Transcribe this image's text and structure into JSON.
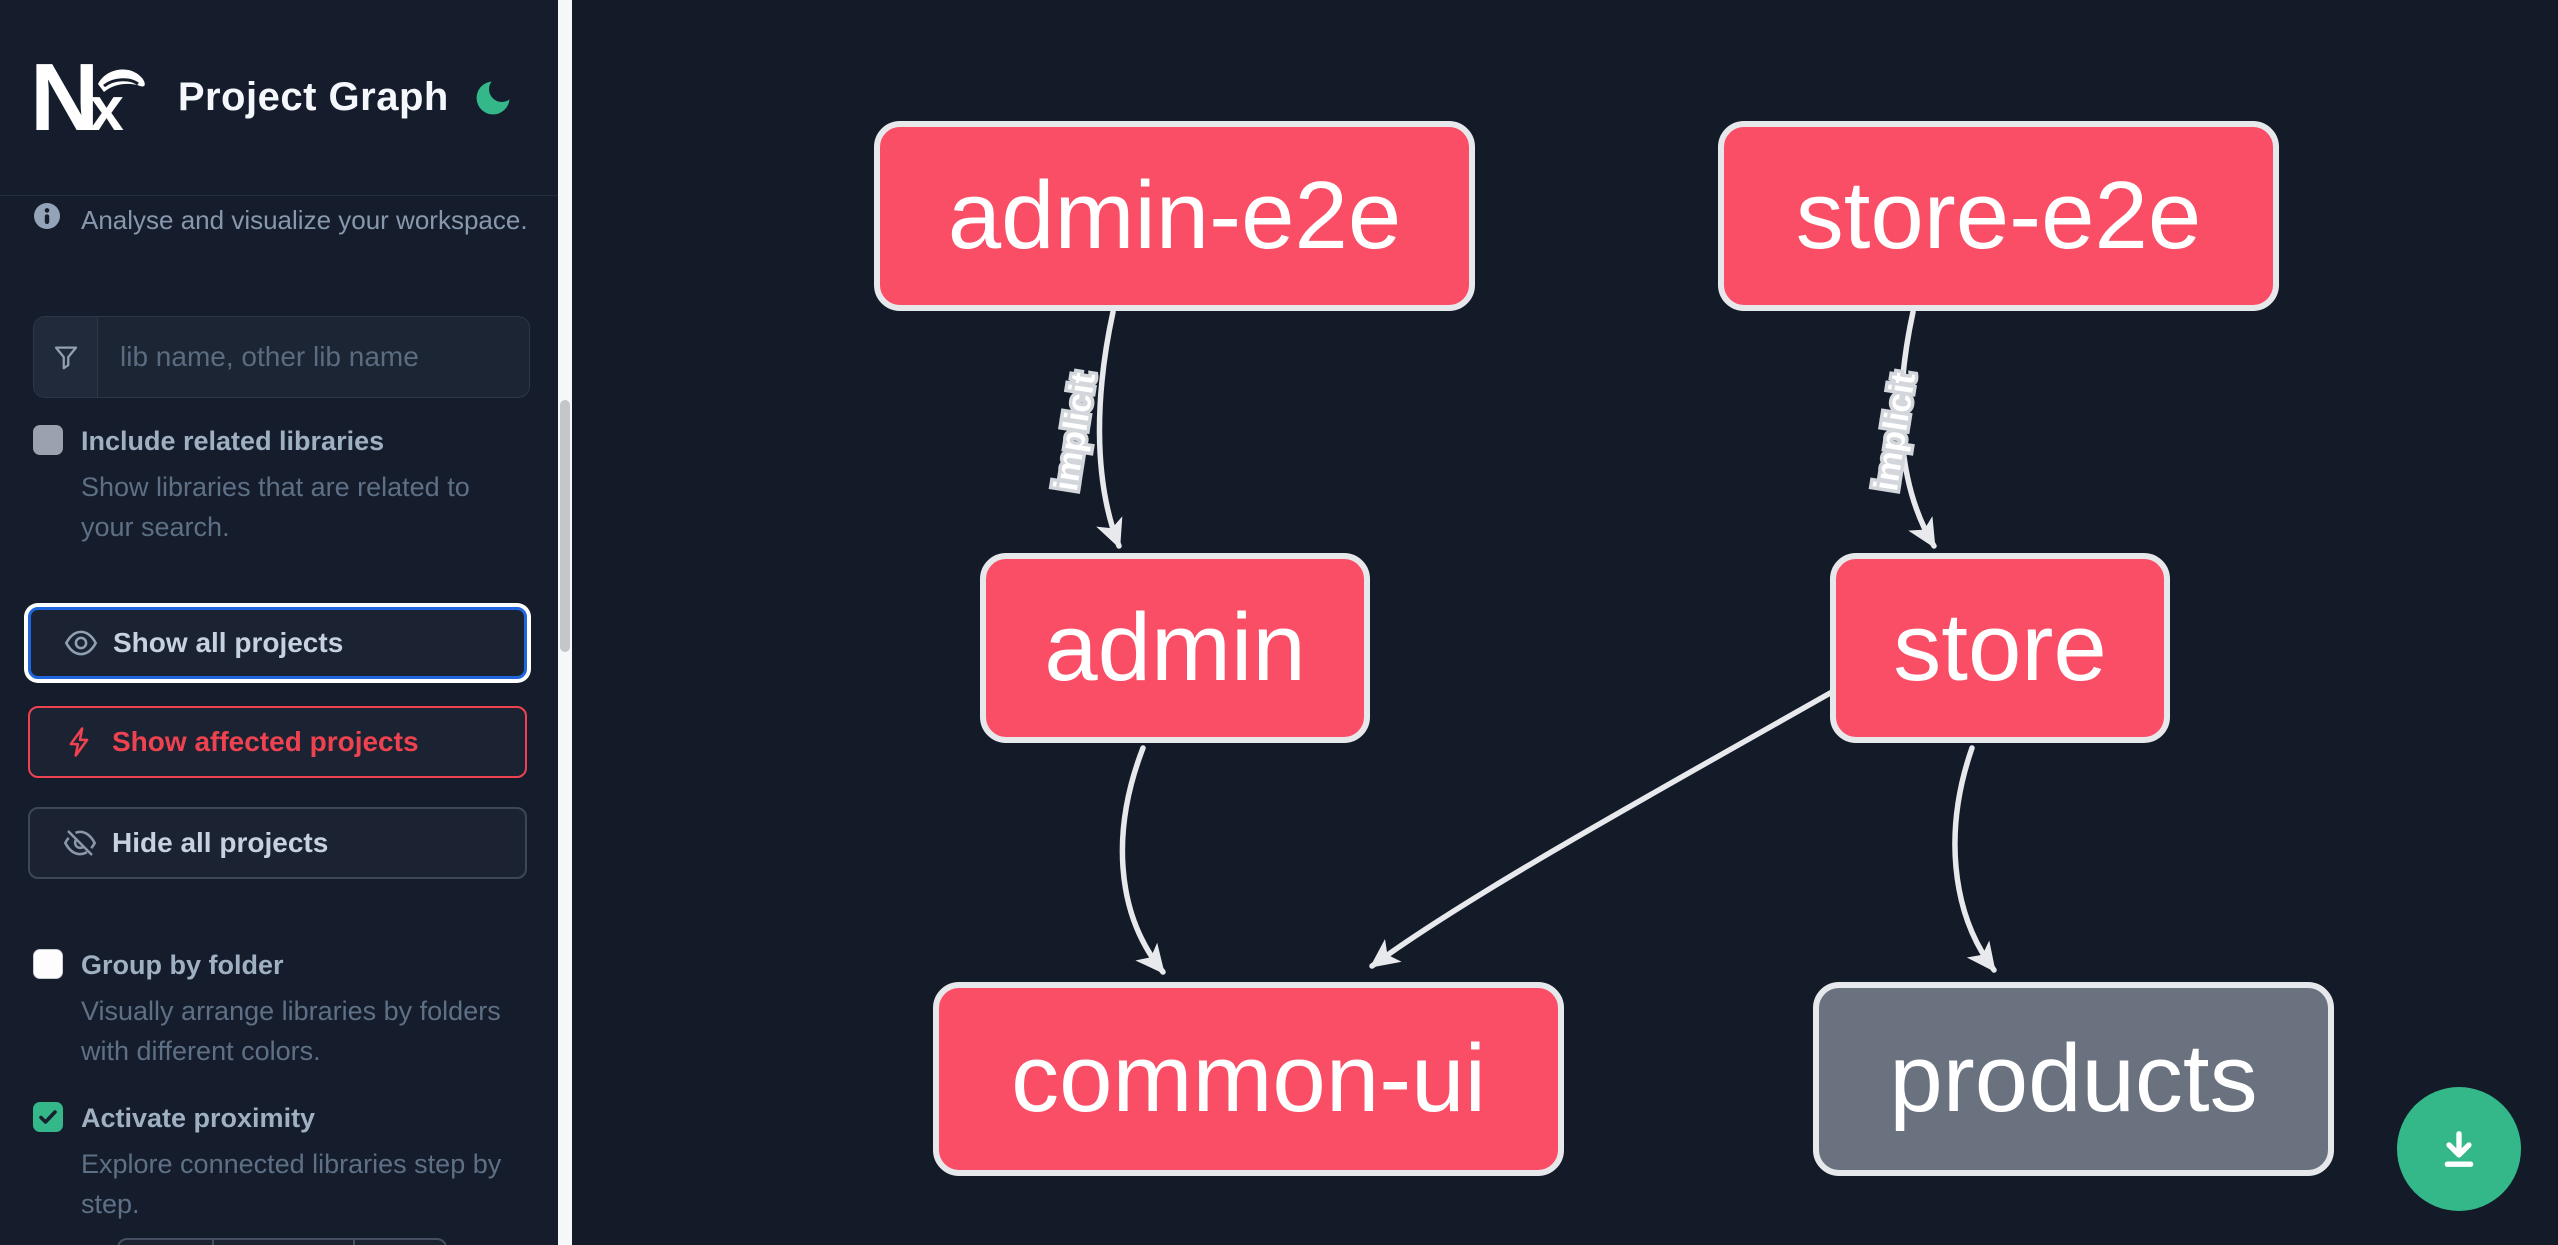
{
  "app": {
    "title": "Project Graph"
  },
  "colors": {
    "canvas_bg": "#131a28",
    "sidebar_bg": "#151c2c",
    "panel_bg": "#1b2332",
    "panel_border": "#3c4759",
    "input_bg": "#1c2534",
    "input_icon_bg": "#212a3b",
    "input_border": "#2d3749",
    "focus_blue": "#2166dd",
    "affected_red": "#ee4250",
    "node_pink": "#fa4e66",
    "node_gray": "#6a7280",
    "node_border": "#e6e8ec",
    "edge_color": "#e7e9ec",
    "accent_green": "#34b889",
    "text_primary": "#f4f7fb",
    "text_secondary": "#c6d2e0",
    "text_label": "#9fb0c3",
    "text_muted": "#5e7085",
    "tagline_color": "#8798ad",
    "scroll_track": "#f6f7f8",
    "scroll_thumb": "#c4c6ca"
  },
  "sidebar": {
    "logo": {
      "n": "N",
      "x": "x"
    },
    "theme_toggle": "dark-mode-moon",
    "tagline": "Analyse and visualize your workspace.",
    "search": {
      "placeholder": "lib name, other lib name",
      "value": ""
    },
    "options": [
      {
        "label": "Include related libraries",
        "description": "Show libraries that are related to your search.",
        "checked": false
      },
      {
        "label": "Group by folder",
        "description": "Visually arrange libraries by folders with different colors.",
        "checked": false
      },
      {
        "label": "Activate proximity",
        "description": "Explore connected libraries step by step.",
        "checked": true
      }
    ],
    "actions": [
      {
        "label": "Show all projects",
        "state": "focused",
        "icon": "eye-icon"
      },
      {
        "label": "Show affected projects",
        "state": "affected",
        "icon": "bolt-icon"
      },
      {
        "label": "Hide all projects",
        "state": "default",
        "icon": "eye-slash-icon"
      }
    ]
  },
  "graph": {
    "nodes": [
      {
        "id": "admin-e2e",
        "label": "admin-e2e",
        "color": "pink"
      },
      {
        "id": "store-e2e",
        "label": "store-e2e",
        "color": "pink"
      },
      {
        "id": "admin",
        "label": "admin",
        "color": "pink"
      },
      {
        "id": "store",
        "label": "store",
        "color": "pink"
      },
      {
        "id": "common-ui",
        "label": "common-ui",
        "color": "pink"
      },
      {
        "id": "products",
        "label": "products",
        "color": "gray"
      }
    ],
    "edges": [
      {
        "from": "admin-e2e",
        "to": "admin",
        "label": "implicit"
      },
      {
        "from": "store-e2e",
        "to": "store",
        "label": "implicit"
      },
      {
        "from": "admin",
        "to": "common-ui",
        "label": ""
      },
      {
        "from": "store",
        "to": "common-ui",
        "label": ""
      },
      {
        "from": "store",
        "to": "products",
        "label": ""
      }
    ]
  },
  "fab": {
    "icon": "download-icon"
  }
}
